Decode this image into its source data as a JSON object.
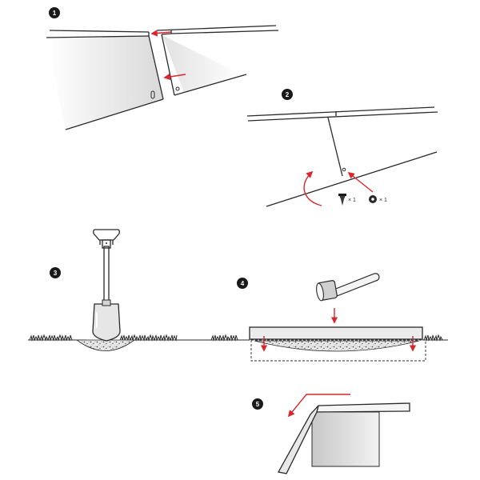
{
  "steps": [
    {
      "number": "1"
    },
    {
      "number": "2"
    },
    {
      "number": "3"
    },
    {
      "number": "4"
    },
    {
      "number": "5"
    }
  ],
  "step2": {
    "screw_qty": "× 1",
    "nut_qty": "× 1"
  },
  "colors": {
    "ink": "#2a2a2a",
    "arrow": "#d9262c",
    "badge": "#1a1a1a"
  }
}
